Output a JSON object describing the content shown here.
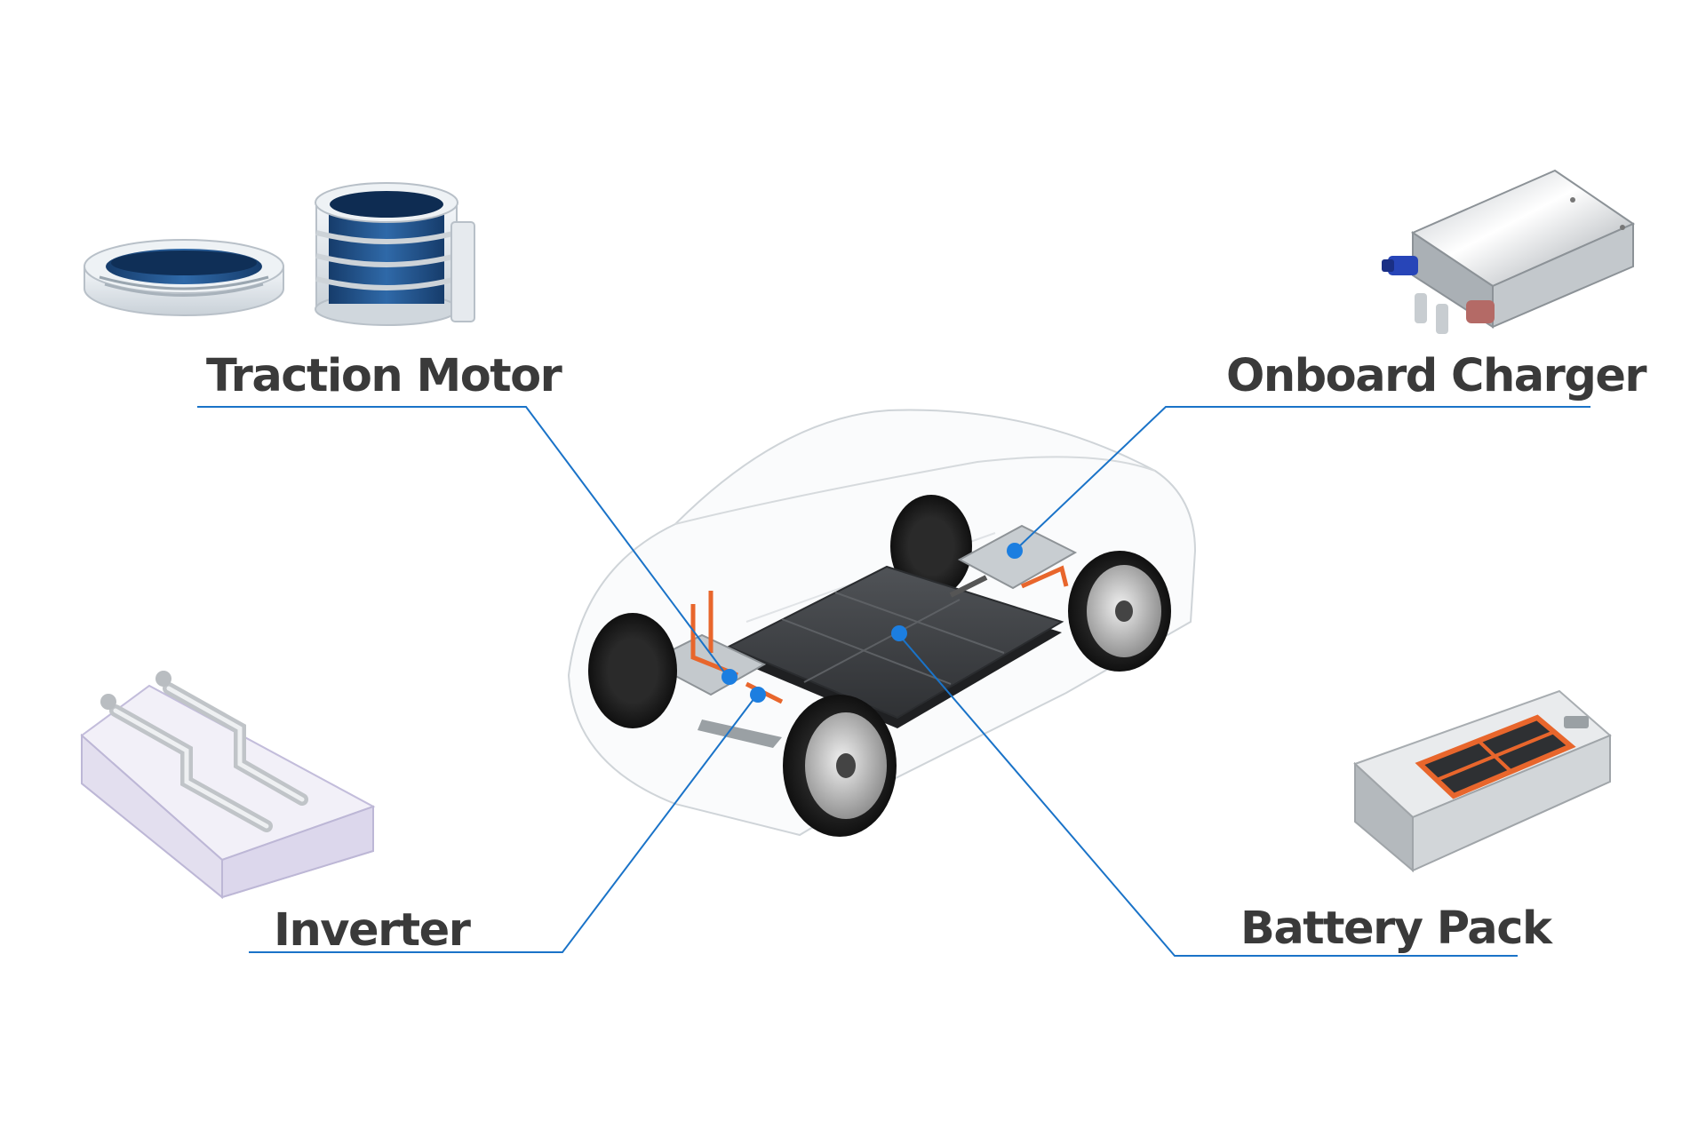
{
  "labels": {
    "traction_motor": "Traction Motor",
    "onboard_charger": "Onboard Charger",
    "inverter": "Inverter",
    "battery_pack": "Battery Pack"
  },
  "colors": {
    "leader_line": "#1a73c8",
    "marker_dot": "#1c7ee0",
    "label_text": "#3a3a3a",
    "battery_orange": "#e8662c",
    "motor_blue": "#1f4f8a",
    "battery_tray": "#3b3d40"
  }
}
